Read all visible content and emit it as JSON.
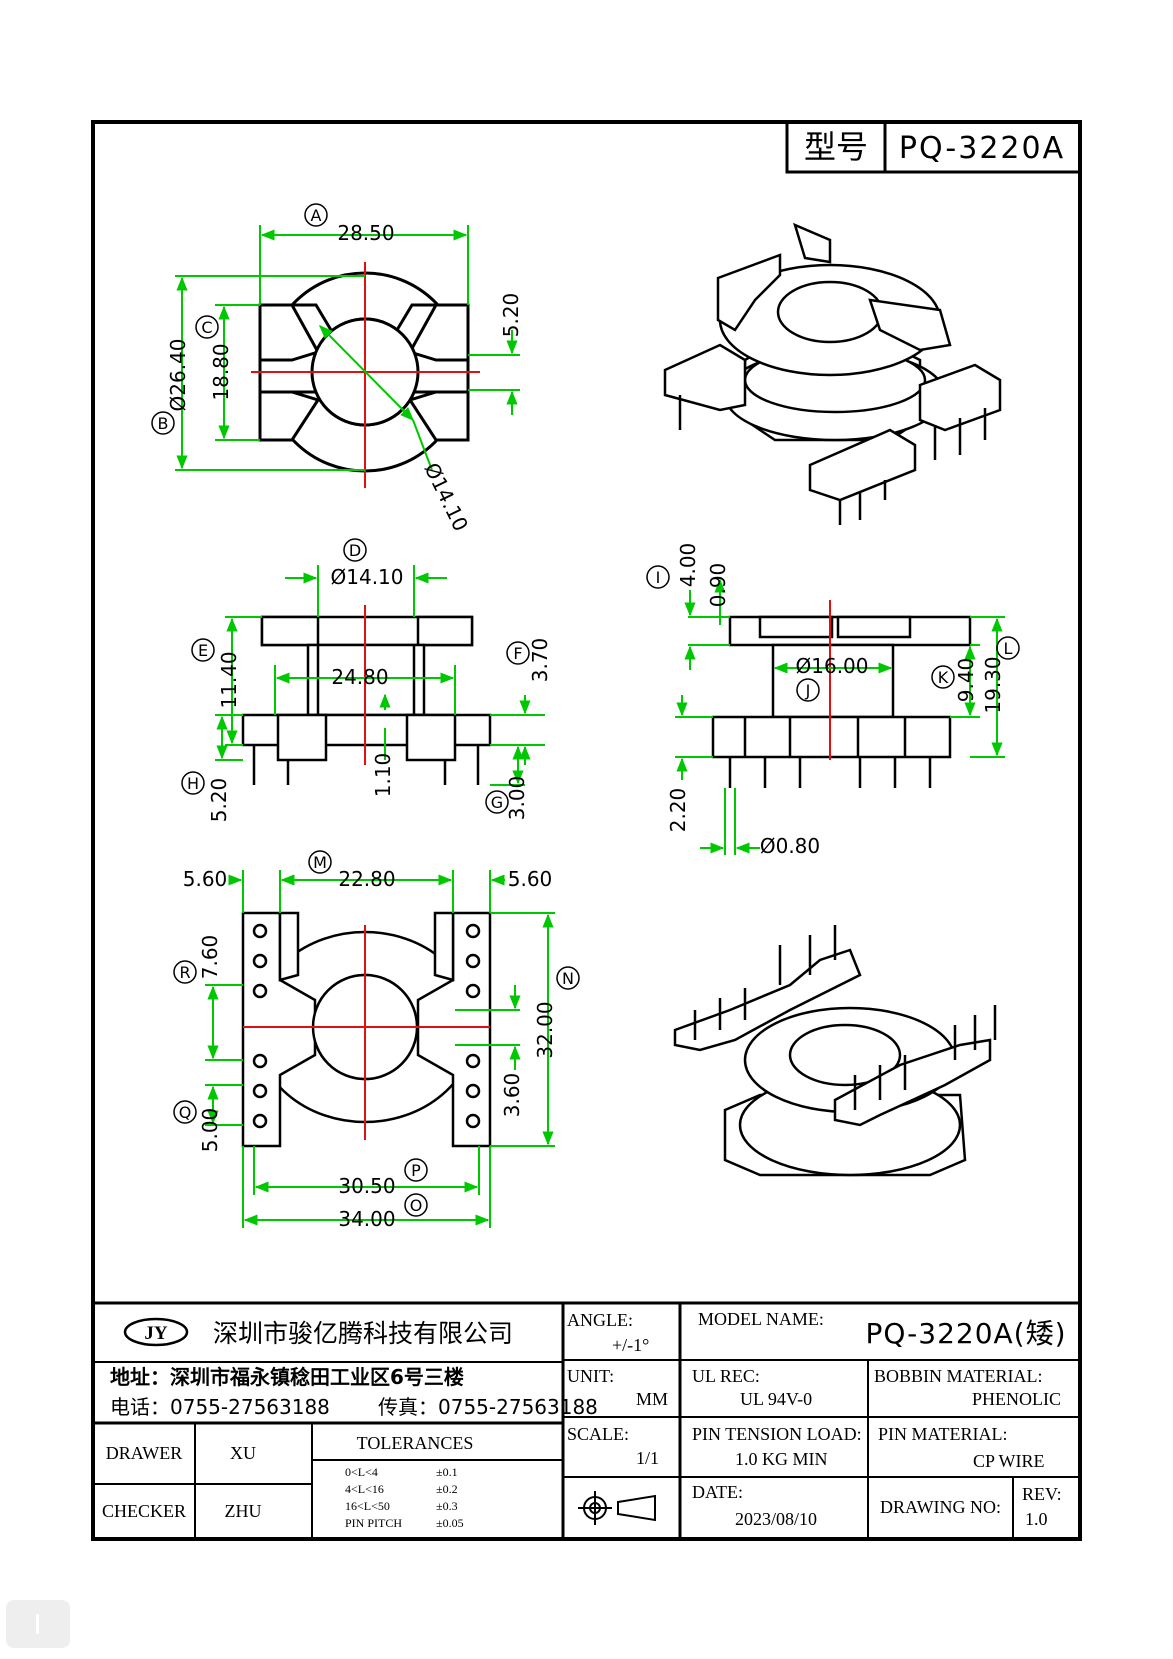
{
  "title_block_top": {
    "model_label": "型号",
    "model_value": "PQ-3220A"
  },
  "views": {
    "top_view": {
      "dims": {
        "A": "28.50",
        "B": "Ø26.40",
        "C": "18.80",
        "slot": "5.20",
        "hole": "Ø14.10"
      },
      "markers": {
        "A": "A",
        "B": "B",
        "C": "C"
      }
    },
    "front_view": {
      "dims": {
        "D": "Ø14.10",
        "inner": "24.80",
        "E": "11.40",
        "F": "3.70",
        "mid": "1.10",
        "G": "3.00",
        "H": "5.20"
      },
      "markers": {
        "D": "D",
        "E": "E",
        "F": "F",
        "G": "G",
        "H": "H"
      }
    },
    "side_view": {
      "dims": {
        "I": "4.00",
        "flange": "0.90",
        "J": "Ø16.00",
        "K": "9.40",
        "L": "19.30",
        "pin_len": "2.20",
        "pin_dia": "Ø0.80"
      },
      "markers": {
        "I": "I",
        "J": "J",
        "K": "K",
        "L": "L"
      }
    },
    "bottom_view": {
      "dims": {
        "left": "5.60",
        "M": "22.80",
        "right": "5.60",
        "R": "7.60",
        "N": "32.00",
        "gap": "3.60",
        "Q": "5.00",
        "P": "30.50",
        "O": "34.00"
      },
      "markers": {
        "M": "M",
        "N": "N",
        "O": "O",
        "P": "P",
        "Q": "Q",
        "R": "R"
      }
    }
  },
  "title_block": {
    "logo": "JY",
    "company": "深圳市骏亿腾科技有限公司",
    "address": "地址：深圳市福永镇稔田工业区6号三楼",
    "phone": "电话：0755-27563188",
    "fax": "传真：0755-27563188",
    "angle_label": "ANGLE:",
    "angle_value": "+/-1°",
    "model_name_label": "MODEL NAME:",
    "model_name_value": "PQ-3220A(矮)",
    "unit_label": "UNIT:",
    "unit_value": "MM",
    "ul_label": "UL REC:",
    "ul_value": "UL 94V-0",
    "bobbin_label": "BOBBIN MATERIAL:",
    "bobbin_value": "PHENOLIC",
    "drawer_label": "DRAWER",
    "drawer_value": "XU",
    "tolerances_label": "TOLERANCES",
    "tolerances": [
      {
        "range": "0<L<4",
        "tol": "±0.1"
      },
      {
        "range": "4<L<16",
        "tol": "±0.2"
      },
      {
        "range": "16<L<50",
        "tol": "±0.3"
      },
      {
        "range": "PIN PITCH",
        "tol": "±0.05"
      }
    ],
    "scale_label": "SCALE:",
    "scale_value": "1/1",
    "pin_tension_label": "PIN TENSION LOAD:",
    "pin_tension_value": "1.0 KG MIN",
    "pin_material_label": "PIN MATERIAL:",
    "pin_material_value": "CP WIRE",
    "checker_label": "CHECKER",
    "checker_value": "ZHU",
    "date_label": "DATE:",
    "date_value": "2023/08/10",
    "drawing_no_label": "DRAWING NO:",
    "rev_label": "REV:",
    "rev_value": "1.0"
  },
  "colors": {
    "dimension": "#00c800",
    "centerline": "#e01010",
    "outline": "#000000"
  },
  "icons": {
    "projection": "first-angle-projection-icon"
  }
}
